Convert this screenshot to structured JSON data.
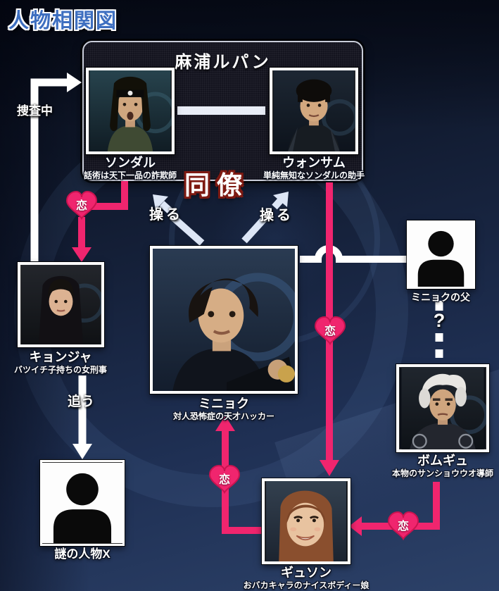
{
  "page": {
    "title": "人物相関図"
  },
  "colors": {
    "pink": "#f0256e",
    "line_white": "#ffffff",
    "title_blue": "#3e6fc0",
    "group_box_bg": "#14141f"
  },
  "lupin_group": {
    "title": "麻浦ルパン",
    "members": [
      {
        "name": "ソンダル",
        "desc": "話術は天下一品の詐欺師"
      },
      {
        "name": "ウォンサム",
        "desc": "単純無知なソンダルの助手"
      }
    ]
  },
  "characters": {
    "minyok": {
      "name": "ミニョク",
      "desc": "対人恐怖症の天才ハッカー"
    },
    "kyonja": {
      "name": "キョンジャ",
      "desc": "バツイチ子持ちの女刑事"
    },
    "minyok_father": {
      "name": "ミニョクの父"
    },
    "bomgyu": {
      "name": "ボムギュ",
      "desc": "本物のサンショウウオ導師"
    },
    "gyuson": {
      "name": "ギュソン",
      "desc": "おバカキャラのナイスボディー娘"
    },
    "mystery_x": {
      "name": "謎の人物X"
    }
  },
  "relations": {
    "colleague": "同僚",
    "investigating": "捜査中",
    "chasing": "追う",
    "manipulating": "操る",
    "love": "恋",
    "unknown": "?"
  }
}
